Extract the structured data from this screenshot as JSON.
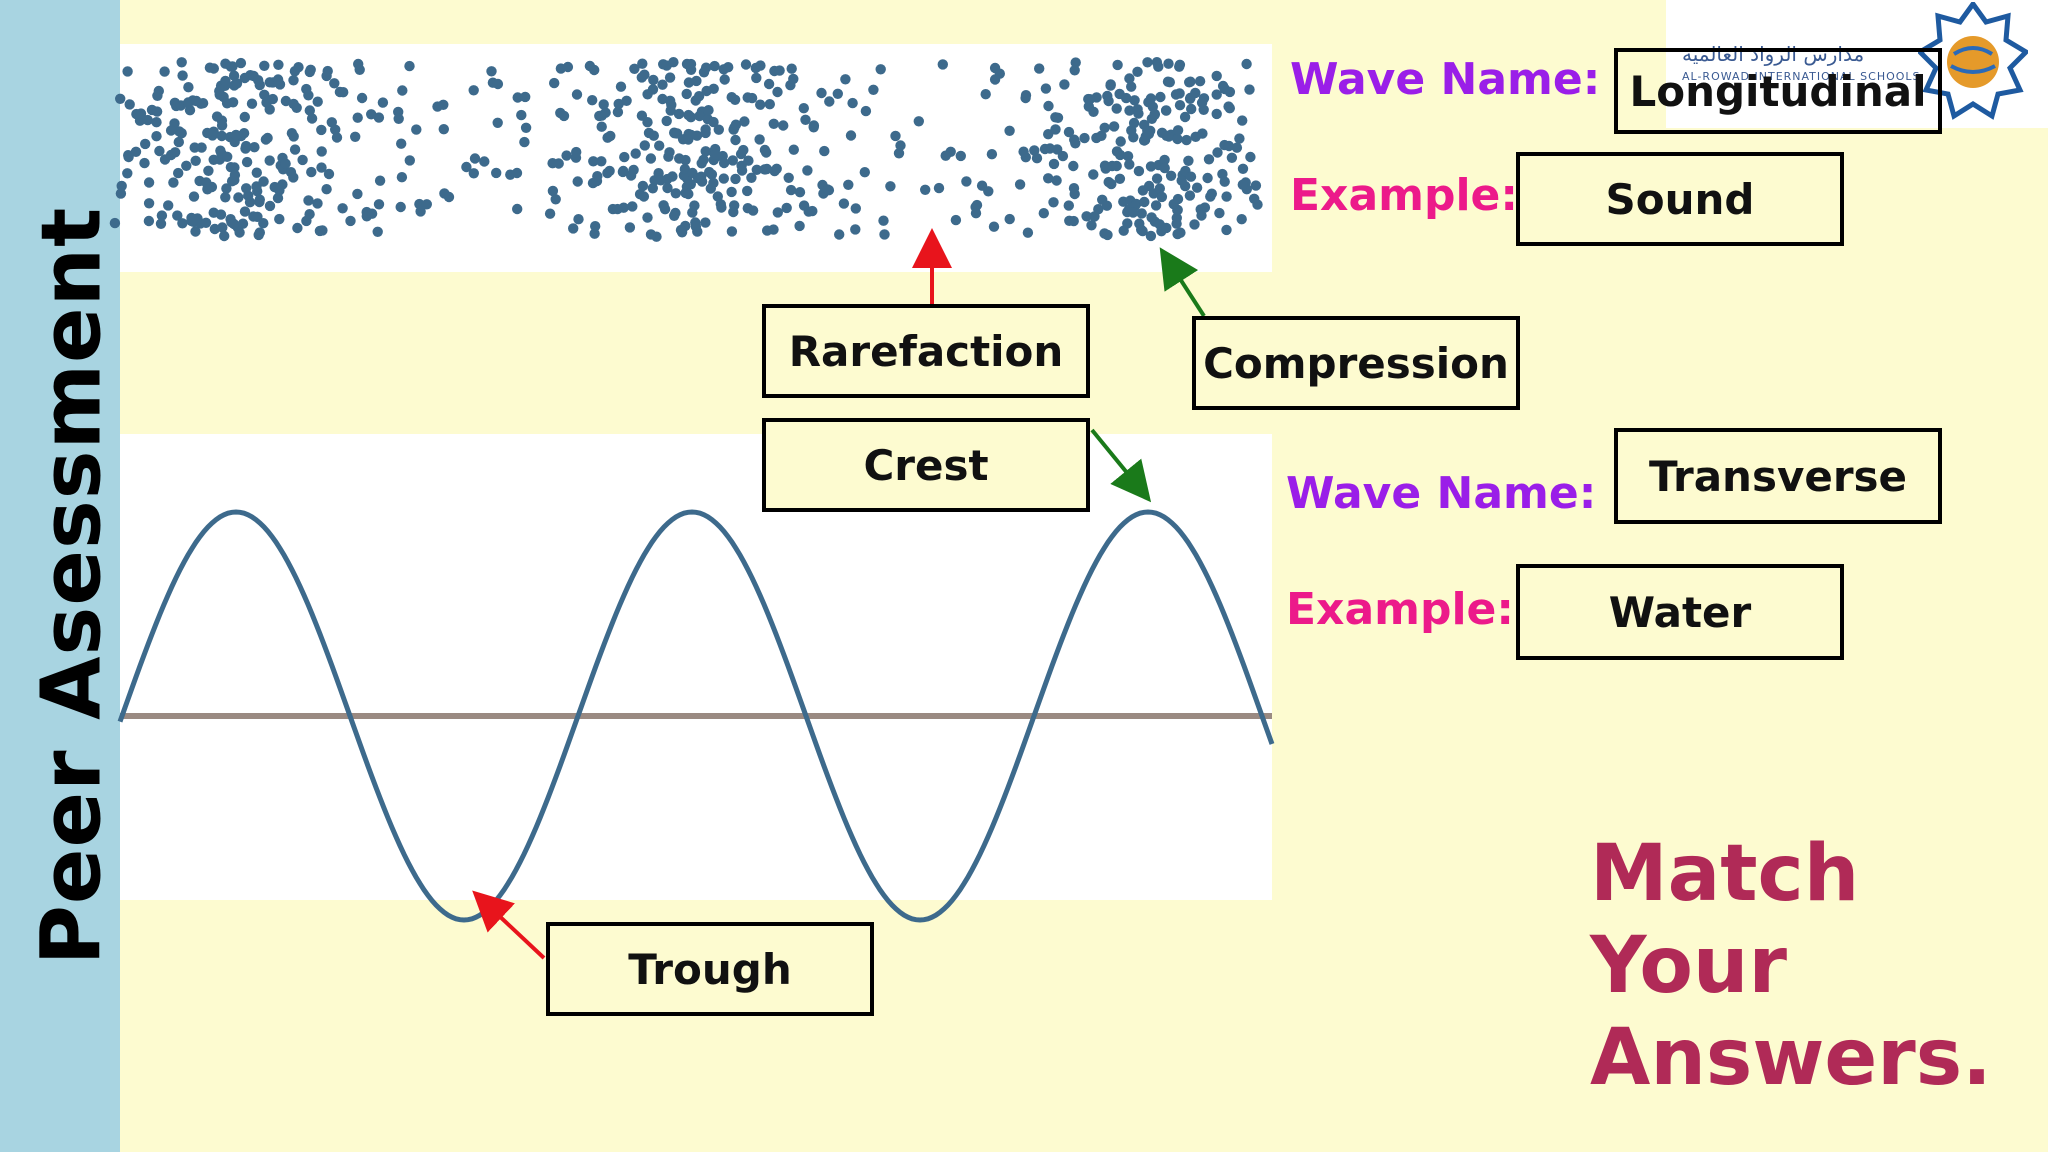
{
  "sidebar": {
    "title": "Peer Asessment"
  },
  "logo": {
    "name_ar": "مدارس الرواد العالمية",
    "name_en": "AL-ROWAD INTERNATIONAL SCHOOLS"
  },
  "longitudinal": {
    "wave_name_label": "Wave Name:",
    "wave_name_answer": "Longitudinal",
    "example_label": "Example:",
    "example_answer": "Sound",
    "rarefaction_label": "Rarefaction",
    "compression_label": "Compression"
  },
  "transverse": {
    "wave_name_label": "Wave Name:",
    "wave_name_answer": "Transverse",
    "example_label": "Example:",
    "example_answer": "Water",
    "crest_label": "Crest",
    "trough_label": "Trough"
  },
  "instruction": {
    "line1": "Match",
    "line2": "Your",
    "line3": "Answers."
  },
  "colors": {
    "background": "#fdfbd0",
    "sidebar": "#a8d4e1",
    "particles": "#3d6a8c",
    "wave": "#3d6a8c",
    "axis": "#9a8a82",
    "arrow_red": "#e8141c",
    "arrow_green": "#1a7a1a",
    "label_purple": "#9a1ee8",
    "label_pink": "#ec1a8a",
    "instruction": "#b02a57"
  }
}
